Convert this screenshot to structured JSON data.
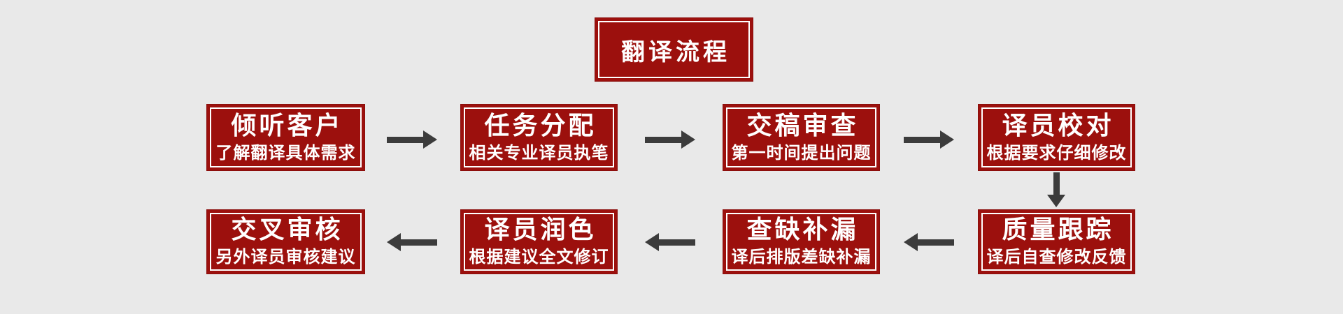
{
  "title": "翻译流程",
  "colors": {
    "background": "#e9e9e9",
    "box_fill": "#9c100d",
    "box_edge": "#8a0e0c",
    "inner_border": "#ffffff",
    "text": "#ffffff",
    "arrow": "#3c3c3c"
  },
  "steps": [
    {
      "label": "倾听客户",
      "description": "了解翻译具体需求"
    },
    {
      "label": "任务分配",
      "description": "相关专业译员执笔"
    },
    {
      "label": "交稿审查",
      "description": "第一时间提出问题"
    },
    {
      "label": "译员校对",
      "description": "根据要求仔细修改"
    },
    {
      "label": "质量跟踪",
      "description": "译后自查修改反馈"
    },
    {
      "label": "查缺补漏",
      "description": "译后排版差缺补漏"
    },
    {
      "label": "译员润色",
      "description": "根据建议全文修订"
    },
    {
      "label": "交叉审核",
      "description": "另外译员审核建议"
    }
  ],
  "flow_note": "steps 1-4 flow left to right on top row, arrow down from step 4 to step 5, steps 5-8 flow right to left on bottom row"
}
